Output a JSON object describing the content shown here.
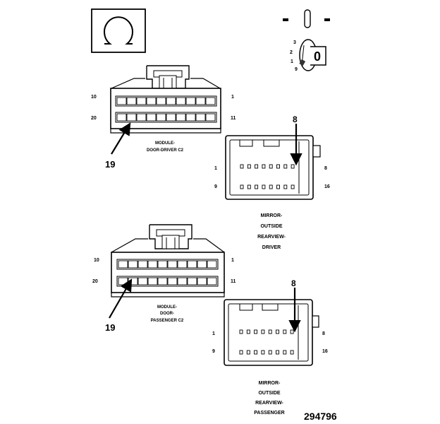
{
  "symbols": {
    "ohm_box": "ohm-meter-icon",
    "ohm_glyph": "Ω",
    "key_position_icon": "ignition-key-icon",
    "key_digits": [
      "3",
      "2",
      "1",
      "9"
    ],
    "key_zero": "0"
  },
  "connectors": {
    "door_driver": {
      "pin_top_left": "10",
      "pin_top_right": "1",
      "pin_bottom_left": "20",
      "pin_bottom_right": "11",
      "caption_lines": [
        "MODULE-",
        "DOOR-DRIVER C2"
      ],
      "callout": "19"
    },
    "mirror_driver": {
      "pin_left_top": "1",
      "pin_left_bottom": "9",
      "pin_right_top": "8",
      "pin_right_bottom": "16",
      "callout": "8",
      "caption_lines": [
        "MIRROR-",
        "OUTSIDE",
        "REARVIEW-",
        "DRIVER"
      ]
    },
    "door_passenger": {
      "pin_top_left": "10",
      "pin_top_right": "1",
      "pin_bottom_left": "20",
      "pin_bottom_right": "11",
      "caption_lines": [
        "MODULE-",
        "DOOR-",
        "PASSENGER C2"
      ],
      "callout": "19"
    },
    "mirror_passenger": {
      "pin_left_top": "1",
      "pin_left_bottom": "9",
      "pin_right_top": "8",
      "pin_right_bottom": "16",
      "callout": "8",
      "caption_lines": [
        "MIRROR-",
        "OUTSIDE",
        "REARVIEW-",
        "PASSENGER"
      ]
    }
  },
  "figure_number": "294796"
}
